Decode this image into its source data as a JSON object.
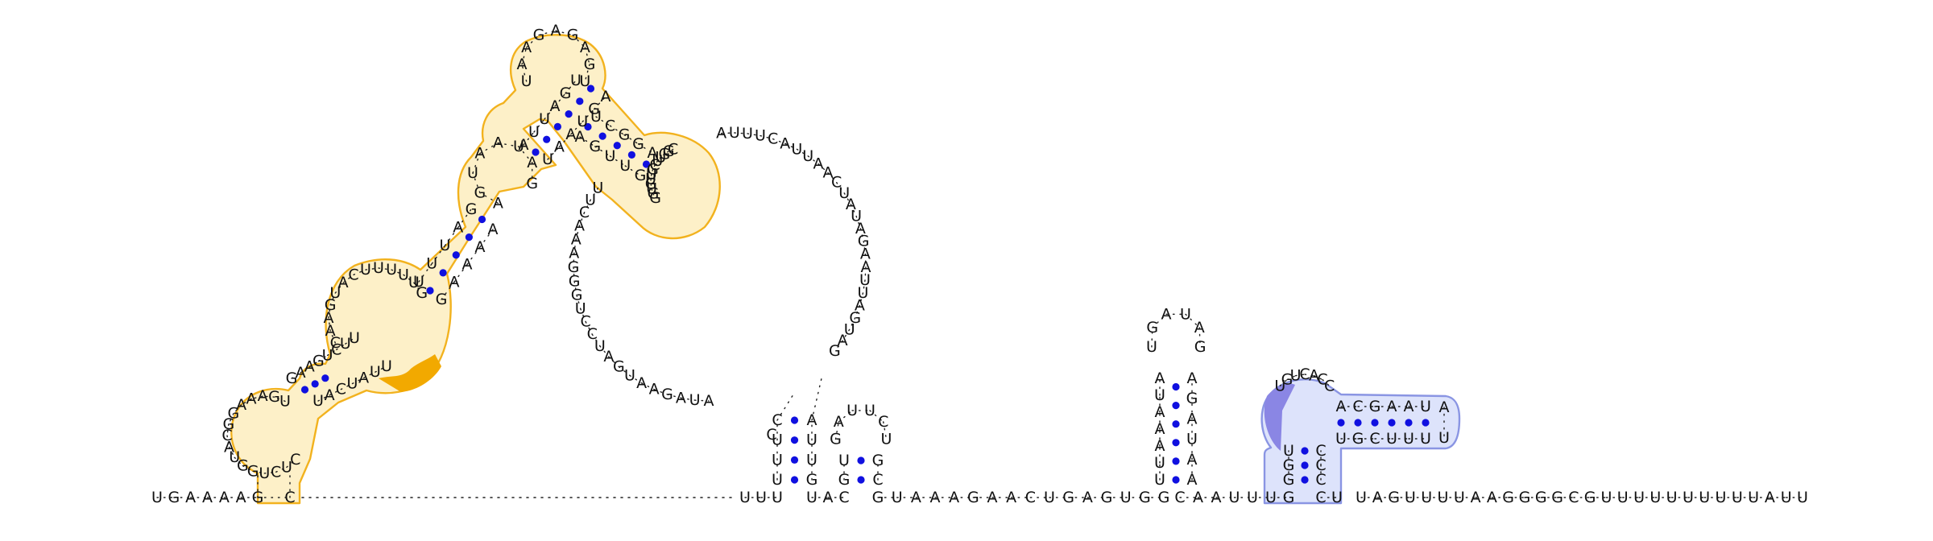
{
  "structure": {
    "row_5prime": "UGAAAAG",
    "row_3prime": "UAGUUUUAAGGGGCGUUUUUUUUUUAUU",
    "row_mid_a": "GUAAAGAACUGAGUGG",
    "row_mid_b": "CAAUU",
    "region_left_strand": "UUU",
    "region_left_strand_b": "UAC",
    "loop_main": "UUCAAAGGGUCCUAGUAAGAUA",
    "stem1_5": "CUUU",
    "stem1_3": "GUUA",
    "hairpin1": "AUU",
    "stem2_5": "GUUG",
    "stem2_3": "GAUC",
    "loop_big_right": "AUUUCAUUAACUAUAGAAUUAGUAG",
    "orange_hairpin_1": "CAUGGUCUCA",
    "orange_hairpin_2": "CGGUUCGUUGUGGA",
    "orange_upper": "AGUACUUUUGAUAAUUAAGUUCGAAA",
    "orange_top": "UAAGAGA",
    "orange_mid": "UUGAUAA",
    "orange_dark_span": "CAU",
    "hairpin_mid_loop": "GAUAG",
    "hairpin_mid_stem5": "UUAAAUA",
    "hairpin_mid_stem3": "AAUAGA",
    "blue_loop": "UACC",
    "blue_stem5": "ACGAAU",
    "blue_stem3": "UGCUUU",
    "blue_tail": "AU",
    "blue_vertical": "GCC"
  }
}
